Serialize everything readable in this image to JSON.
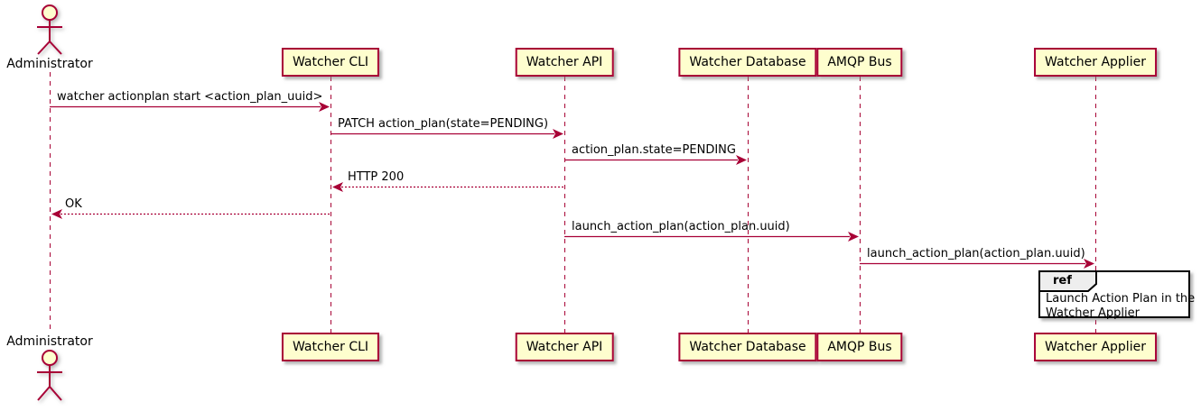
{
  "diagram_type": "uml-sequence-diagram",
  "colors": {
    "accent": "#A80036",
    "participant_fill": "#FEFECE",
    "participant_border": "#A80036",
    "ref_header_fill": "#EEEEEE",
    "ref_border": "#000000",
    "text": "#000000",
    "background": "#FFFFFF"
  },
  "actor": {
    "label": "Administrator"
  },
  "participants": [
    {
      "label": "Watcher CLI"
    },
    {
      "label": "Watcher API"
    },
    {
      "label": "Watcher Database"
    },
    {
      "label": "AMQP Bus"
    },
    {
      "label": "Watcher Applier"
    }
  ],
  "messages": [
    {
      "from": "Administrator",
      "to": "Watcher CLI",
      "label": "watcher actionplan start <action_plan_uuid>",
      "line": "solid"
    },
    {
      "from": "Watcher CLI",
      "to": "Watcher API",
      "label": "PATCH action_plan(state=PENDING)",
      "line": "solid"
    },
    {
      "from": "Watcher API",
      "to": "Watcher Database",
      "label": "action_plan.state=PENDING",
      "line": "solid"
    },
    {
      "from": "Watcher API",
      "to": "Watcher CLI",
      "label": "HTTP 200",
      "line": "dashed"
    },
    {
      "from": "Watcher CLI",
      "to": "Administrator",
      "label": "OK",
      "line": "dashed"
    },
    {
      "from": "Watcher API",
      "to": "AMQP Bus",
      "label": "launch_action_plan(action_plan.uuid)",
      "line": "solid"
    },
    {
      "from": "AMQP Bus",
      "to": "Watcher Applier",
      "label": "launch_action_plan(action_plan.uuid)",
      "line": "solid"
    }
  ],
  "ref": {
    "keyword": "ref",
    "line1": "Launch Action Plan in the",
    "line2": "Watcher Applier"
  }
}
